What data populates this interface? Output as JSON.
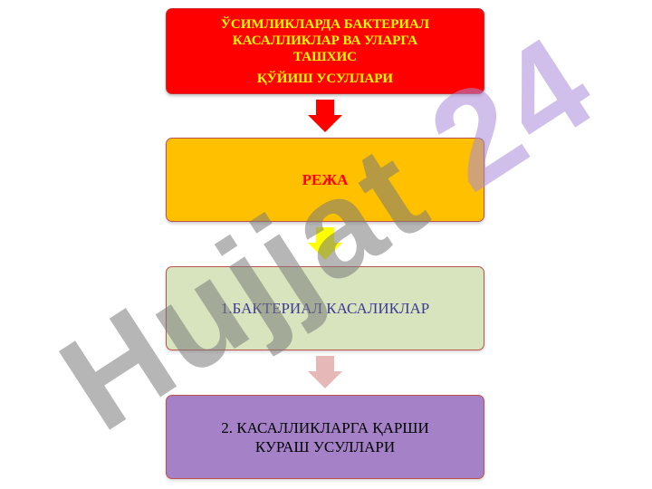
{
  "boxes": {
    "title": {
      "line1": "ЎСИМЛИКЛАРДА БАКТЕРИАЛ",
      "line2": "КАСАЛЛИКЛАР ВА УЛАРГА",
      "line3": "ТАШХИС",
      "line4": "ҚЎЙИШ УСУЛЛАРИ"
    },
    "plan": {
      "label": "РЕЖА"
    },
    "item1": {
      "label": "1.БАКТЕРИАЛ КАСАЛИКЛАР"
    },
    "item2": {
      "line1": "2. КАСАЛЛИКЛАРГА ҚАРШИ",
      "line2": "КУРАШ УСУЛЛАРИ"
    }
  },
  "watermark": {
    "text": "Hujjat24"
  },
  "colors": {
    "title_fill": "#ff0000",
    "plan_fill": "#ffc000",
    "item1_fill": "#d7e4bd",
    "item2_fill": "#a582c8",
    "arrow_1": "#ff0000",
    "arrow_2": "#ffff00",
    "arrow_3": "#e6b9b8"
  }
}
